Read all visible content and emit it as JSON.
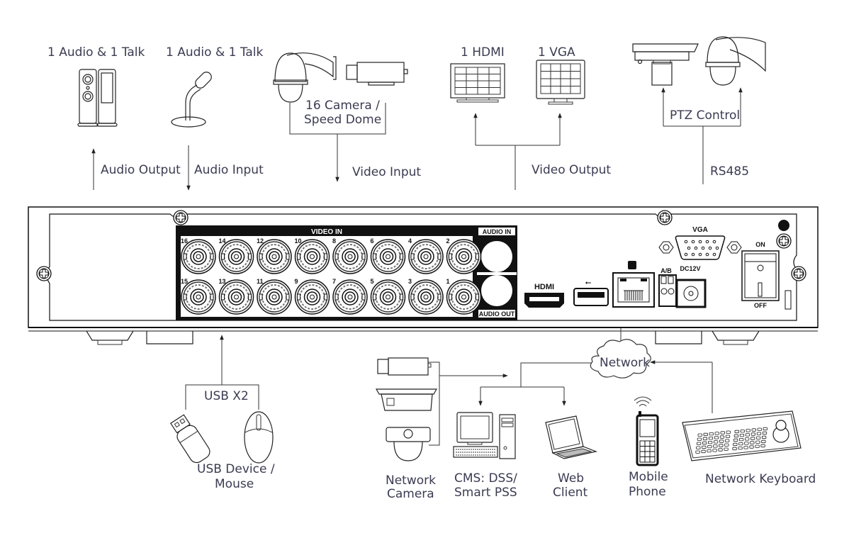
{
  "top_devices": {
    "speakers_label": "1 Audio  & 1 Talk",
    "mic_label": "1 Audio & 1 Talk",
    "camera_label_line1": "16  Camera /",
    "camera_label_line2": "Speed Dome",
    "hdmi_monitor_label": "1 HDMI",
    "vga_monitor_label": "1 VGA",
    "ptz_label": "PTZ Control"
  },
  "top_connections": {
    "audio_output": "Audio  Output",
    "audio_input": "Audio  Input",
    "video_input": "Video Input",
    "video_output": "Video Output",
    "rs485": "RS485"
  },
  "panel": {
    "video_in_title": "VIDEO IN",
    "audio_in": "AUDIO IN",
    "audio_out": "AUDIO OUT",
    "bnc_top_row": [
      "16",
      "14",
      "12",
      "10",
      "8",
      "6",
      "4",
      "2"
    ],
    "bnc_bottom_row": [
      "15",
      "13",
      "11",
      "9",
      "7",
      "5",
      "3",
      "1"
    ],
    "hdmi": "HDMI",
    "vga": "VGA",
    "ab": "A/B",
    "dc": "DC12V",
    "power_on": "ON",
    "power_off": "OFF"
  },
  "bottom_connections": {
    "usb_label": "USB X2",
    "usb_device_line1": "USB Device /",
    "usb_device_line2": "Mouse",
    "network": "Network",
    "network_camera_line1": "Network",
    "network_camera_line2": "Camera",
    "cms_line1": "CMS: DSS/",
    "cms_line2": "Smart PSS",
    "web_line1": "Web",
    "web_line2": "Client",
    "mobile_line1": "Mobile",
    "mobile_line2": "Phone",
    "keyboard": "Network Keyboard"
  }
}
